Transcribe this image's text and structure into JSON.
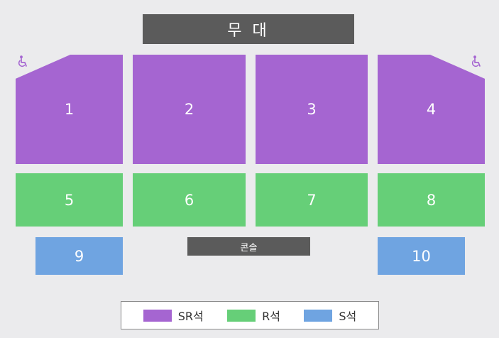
{
  "stage": {
    "label": "무 대"
  },
  "console": {
    "label": "콘솔"
  },
  "sections": {
    "s1": "1",
    "s2": "2",
    "s3": "3",
    "s4": "4",
    "s5": "5",
    "s6": "6",
    "s7": "7",
    "s8": "8",
    "s9": "9",
    "s10": "10"
  },
  "legend": {
    "sr": {
      "label": "SR석",
      "color": "#a565d1"
    },
    "r": {
      "label": "R석",
      "color": "#66cf78"
    },
    "s": {
      "label": "S석",
      "color": "#6fa4e1"
    }
  },
  "icons": {
    "accessibility": "wheelchair-icon"
  }
}
